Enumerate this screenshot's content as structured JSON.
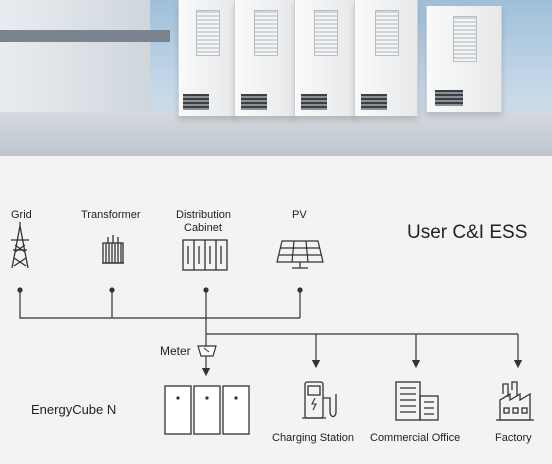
{
  "diagram": {
    "title": "User C&I ESS",
    "sources": [
      {
        "label": "Grid",
        "icon": "power-tower-icon"
      },
      {
        "label": "Transformer",
        "icon": "transformer-icon"
      },
      {
        "label_lines": [
          "Distribution",
          "Cabinet"
        ],
        "icon": "distribution-cabinet-icon"
      },
      {
        "label": "PV",
        "icon": "solar-panel-icon"
      }
    ],
    "meter": {
      "label": "Meter",
      "icon": "meter-icon"
    },
    "storage": {
      "label": "EnergyCube N",
      "icon": "energy-cube-cabinets-icon"
    },
    "loads": [
      {
        "label": "Charging Station",
        "icon": "ev-charger-icon"
      },
      {
        "label": "Commercial Office",
        "icon": "office-building-icon"
      },
      {
        "label": "Factory",
        "icon": "factory-icon"
      }
    ]
  }
}
